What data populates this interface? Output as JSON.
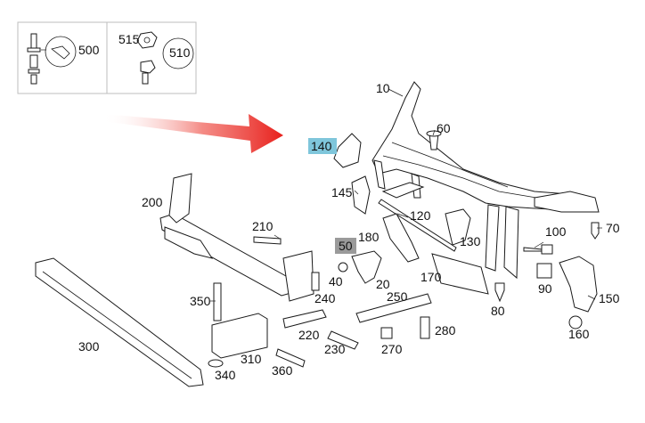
{
  "inset": {
    "left_label": "500",
    "right_labels": [
      "515",
      "510"
    ]
  },
  "arrow": {
    "color": "#e8201c"
  },
  "callouts": {
    "p10": "10",
    "p20": "20",
    "p40": "40",
    "p50": "50",
    "p60": "60",
    "p70": "70",
    "p80": "80",
    "p90": "90",
    "p100": "100",
    "p120": "120",
    "p130": "130",
    "p140": "140",
    "p145": "145",
    "p150": "150",
    "p160": "160",
    "p170": "170",
    "p180": "180",
    "p200": "200",
    "p210": "210",
    "p220": "220",
    "p230": "230",
    "p240": "240",
    "p250": "250",
    "p270": "270",
    "p280": "280",
    "p300": "300",
    "p310": "310",
    "p340": "340",
    "p350": "350",
    "p360": "360"
  },
  "highlights": {
    "p140_color": "#7fc6db",
    "p50_color": "#9a9a9a"
  }
}
